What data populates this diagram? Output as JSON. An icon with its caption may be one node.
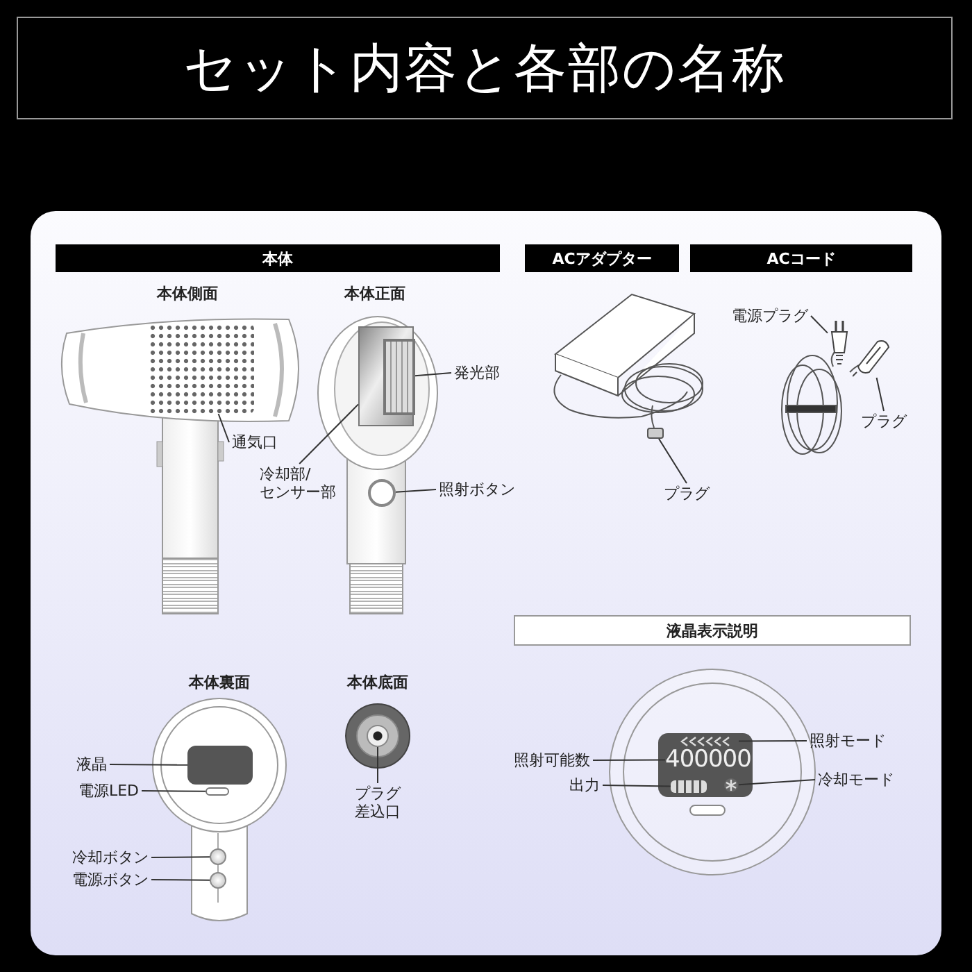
{
  "diagram": {
    "title": "セット内容と各部の名称",
    "nodes": [
      {
        "text": [
          "本体"
        ]
      },
      {
        "text": [
          "ACアダプター"
        ]
      },
      {
        "text": [
          "ACコード"
        ]
      },
      {
        "text": [
          "液晶表示説明"
        ]
      },
      {
        "text": [
          "通気口"
        ]
      },
      {
        "text": [],
        "shape": "box"
      },
      {
        "text": [
          "冷却部/センサー部"
        ]
      },
      {
        "text": [],
        "shape": "box"
      },
      {
        "text": [
          "発光部"
        ]
      },
      {
        "text": [],
        "shape": "box",
        "in": 7
      },
      {
        "text": [
          "照射ボタン"
        ]
      },
      {
        "text": [],
        "shape": "circle"
      },
      {
        "text": [
          "プラグ"
        ]
      },
      {
        "text": [],
        "shape": "bar"
      },
      {
        "text": [
          "電源プラグ"
        ]
      },
      {
        "text": [],
        "shape": "picture"
      },
      {
        "text": [
          "プラグ"
        ]
      },
      {
        "text": [],
        "shape": "picture"
      },
      {
        "text": [
          "液晶"
        ]
      },
      {
        "text": [],
        "shape": "box"
      },
      {
        "text": [
          "電源LED"
        ]
      },
      {
        "text": [],
        "shape": "bar"
      },
      {
        "text": [
          "冷却ボタン"
        ]
      },
      {
        "text": [],
        "shape": "circle"
      },
      {
        "text": [
          "電源ボタン"
        ]
      },
      {
        "text": [],
        "shape": "circle"
      },
      {
        "text": [
          "プラグ差込口"
        ]
      },
      {
        "text": [],
        "shape": "circle"
      },
      {
        "text": [
          "照射可能数"
        ]
      },
      {
        "text": [
          "400000"
        ]
      },
      {
        "text": [
          "出力"
        ]
      },
      {
        "text": [],
        "shape": "bar"
      },
      {
        "text": [
          "照射モード"
        ]
      },
      {
        "text": [],
        "shape": "picture"
      },
      {
        "text": [
          "冷却モード"
        ]
      },
      {
        "text": [],
        "shape": "picture"
      }
    ],
    "edges": [
      {
        "from": 4,
        "to": 5,
        "arrow": "none"
      },
      {
        "from": 8,
        "to": 9,
        "arrow": "none"
      },
      {
        "from": 6,
        "to": 7,
        "arrow": "none"
      },
      {
        "from": 10,
        "to": 11,
        "arrow": "none"
      },
      {
        "from": 12,
        "to": 13,
        "arrow": "none"
      },
      {
        "from": 14,
        "to": 15,
        "arrow": "none"
      },
      {
        "from": 16,
        "to": 17,
        "arrow": "none"
      },
      {
        "from": 18,
        "to": 19,
        "arrow": "none"
      },
      {
        "from": 20,
        "to": 21,
        "arrow": "none"
      },
      {
        "from": 22,
        "to": 23,
        "arrow": "none"
      },
      {
        "from": 24,
        "to": 25,
        "arrow": "none"
      },
      {
        "from": 26,
        "to": 27,
        "arrow": "none"
      },
      {
        "from": 28,
        "to": 29,
        "arrow": "none"
      },
      {
        "from": 30,
        "to": 31,
        "arrow": "none"
      },
      {
        "from": 32,
        "to": 33,
        "arrow": "none"
      },
      {
        "from": 34,
        "to": 35,
        "arrow": "none"
      }
    ],
    "labels": [
      "本体側面",
      "本体正面",
      "本体裏面",
      "本体底面"
    ]
  }
}
